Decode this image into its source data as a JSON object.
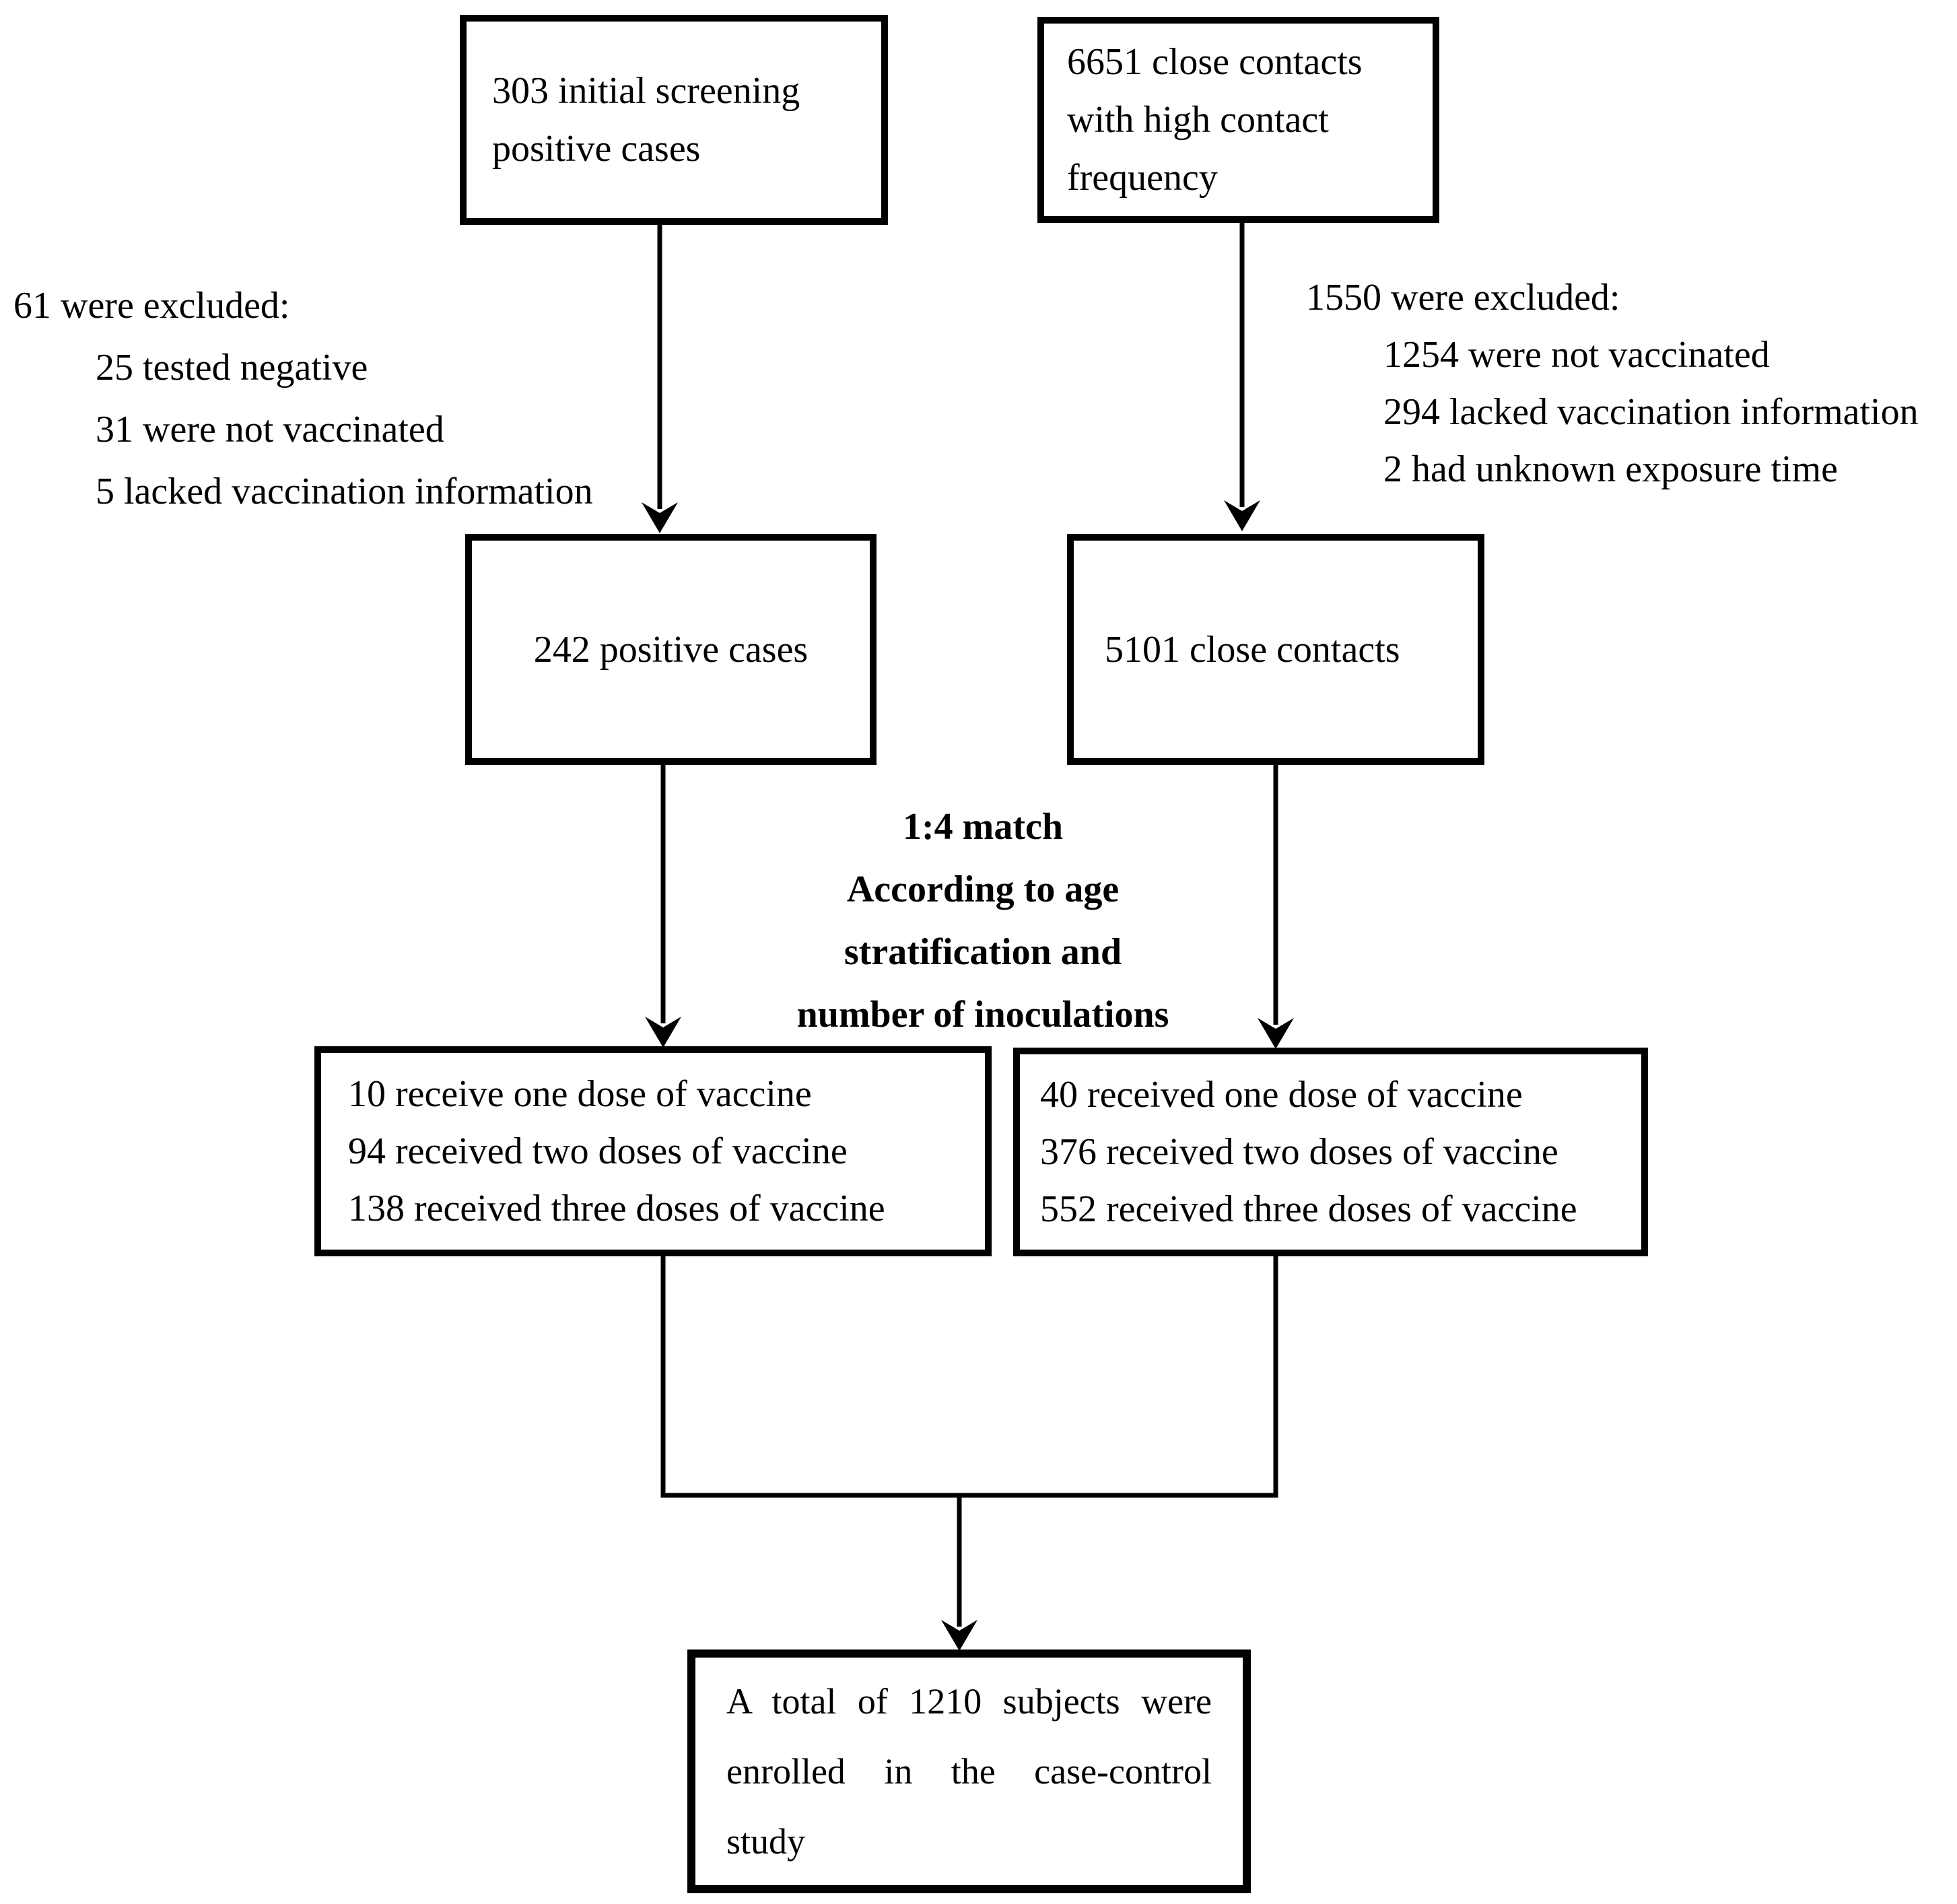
{
  "flow": {
    "initial": {
      "lines": [
        "303 initial screening",
        "positive cases"
      ]
    },
    "contacts": {
      "lines": [
        "6651 close contacts",
        "with high contact",
        "frequency"
      ]
    },
    "excluded_left": {
      "title": "61 were excluded:",
      "items": [
        "25 tested negative",
        "31 were not vaccinated",
        "5 lacked vaccination information"
      ]
    },
    "excluded_right": {
      "title": "1550 were excluded:",
      "items": [
        "1254 were not vaccinated",
        "294 lacked vaccination information",
        "2 had unknown exposure time"
      ]
    },
    "positive": {
      "lines": [
        "242 positive cases"
      ]
    },
    "contacts_matched": {
      "lines": [
        "5101 close contacts"
      ]
    },
    "match_note": {
      "lines": [
        "1:4 match",
        "According to age",
        "stratification and",
        "number of inoculations"
      ]
    },
    "case_doses": {
      "lines": [
        "10 receive one dose of vaccine",
        "94 received two doses of vaccine",
        "138 received three doses of vaccine"
      ]
    },
    "contact_doses": {
      "lines": [
        "40 received one dose of vaccine",
        "376 received two doses of vaccine",
        "552 received three doses of vaccine"
      ]
    },
    "enrolled": {
      "lines": [
        "A total of 1210 subjects were",
        "enrolled in the case-control",
        "study"
      ]
    },
    "colors": {
      "background": "#ffffff",
      "line_color": "#000000",
      "text_color": "#000000"
    }
  }
}
